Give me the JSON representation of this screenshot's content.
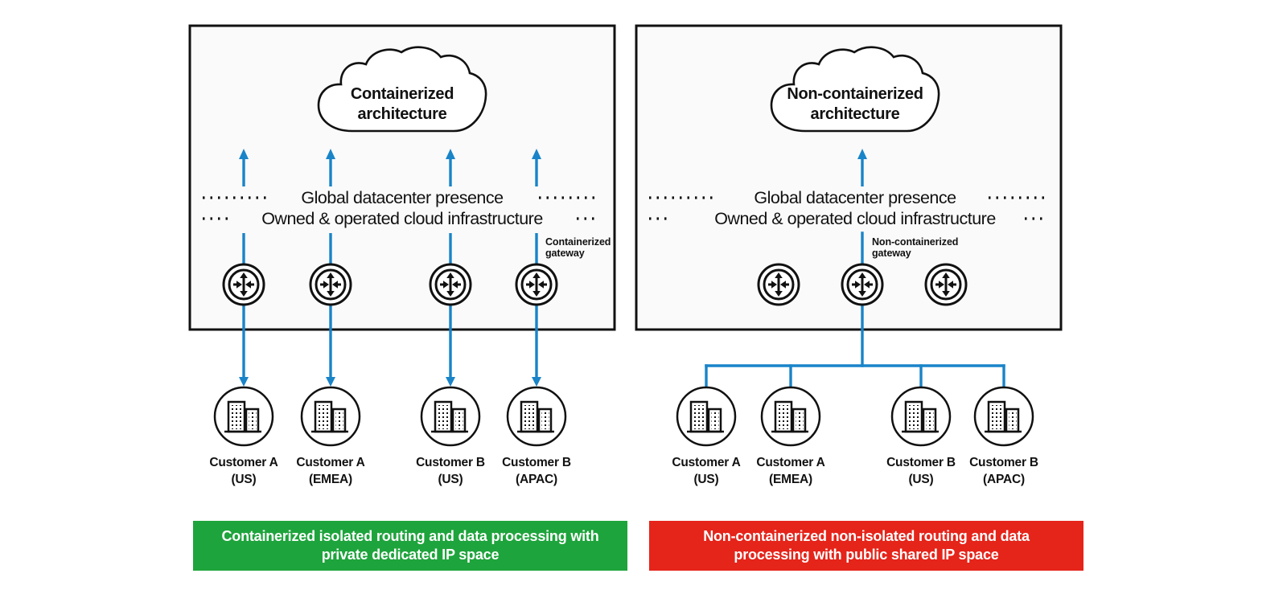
{
  "colors": {
    "accent_blue": "#1984c8",
    "banner_green": "#1ea43c",
    "banner_red": "#e5241a",
    "ink": "#111111",
    "panel_background": "#fafafa"
  },
  "icons": {
    "cloud": "cloud-outline-icon",
    "router": "router-circle-arrows-icon",
    "customer": "office-buildings-circle-icon",
    "arrow_up": "blue-up-arrow-icon",
    "arrow_down": "blue-down-arrow-icon"
  },
  "panels": [
    {
      "id": "containerized",
      "cloud_title": "Containerized\narchitecture",
      "row1": "Global datacenter presence",
      "row2": "Owned & operated cloud infrastructure",
      "gateway_label": "Containerized\ngateway",
      "customers": [
        {
          "name": "Customer A",
          "region": "(US)"
        },
        {
          "name": "Customer A",
          "region": "(EMEA)"
        },
        {
          "name": "Customer B",
          "region": "(US)"
        },
        {
          "name": "Customer B",
          "region": "(APAC)"
        }
      ],
      "banner": "Containerized isolated routing and data processing with\nprivate dedicated IP space",
      "banner_color": "#1ea43c"
    },
    {
      "id": "non-containerized",
      "cloud_title": "Non-containerized\narchitecture",
      "row1": "Global datacenter presence",
      "row2": "Owned & operated cloud infrastructure",
      "gateway_label": "Non-containerized\ngateway",
      "customers": [
        {
          "name": "Customer A",
          "region": "(US)"
        },
        {
          "name": "Customer A",
          "region": "(EMEA)"
        },
        {
          "name": "Customer B",
          "region": "(US)"
        },
        {
          "name": "Customer B",
          "region": "(APAC)"
        }
      ],
      "banner": "Non-containerized non-isolated routing and data\nprocessing with public shared IP space",
      "banner_color": "#e5241a"
    }
  ]
}
